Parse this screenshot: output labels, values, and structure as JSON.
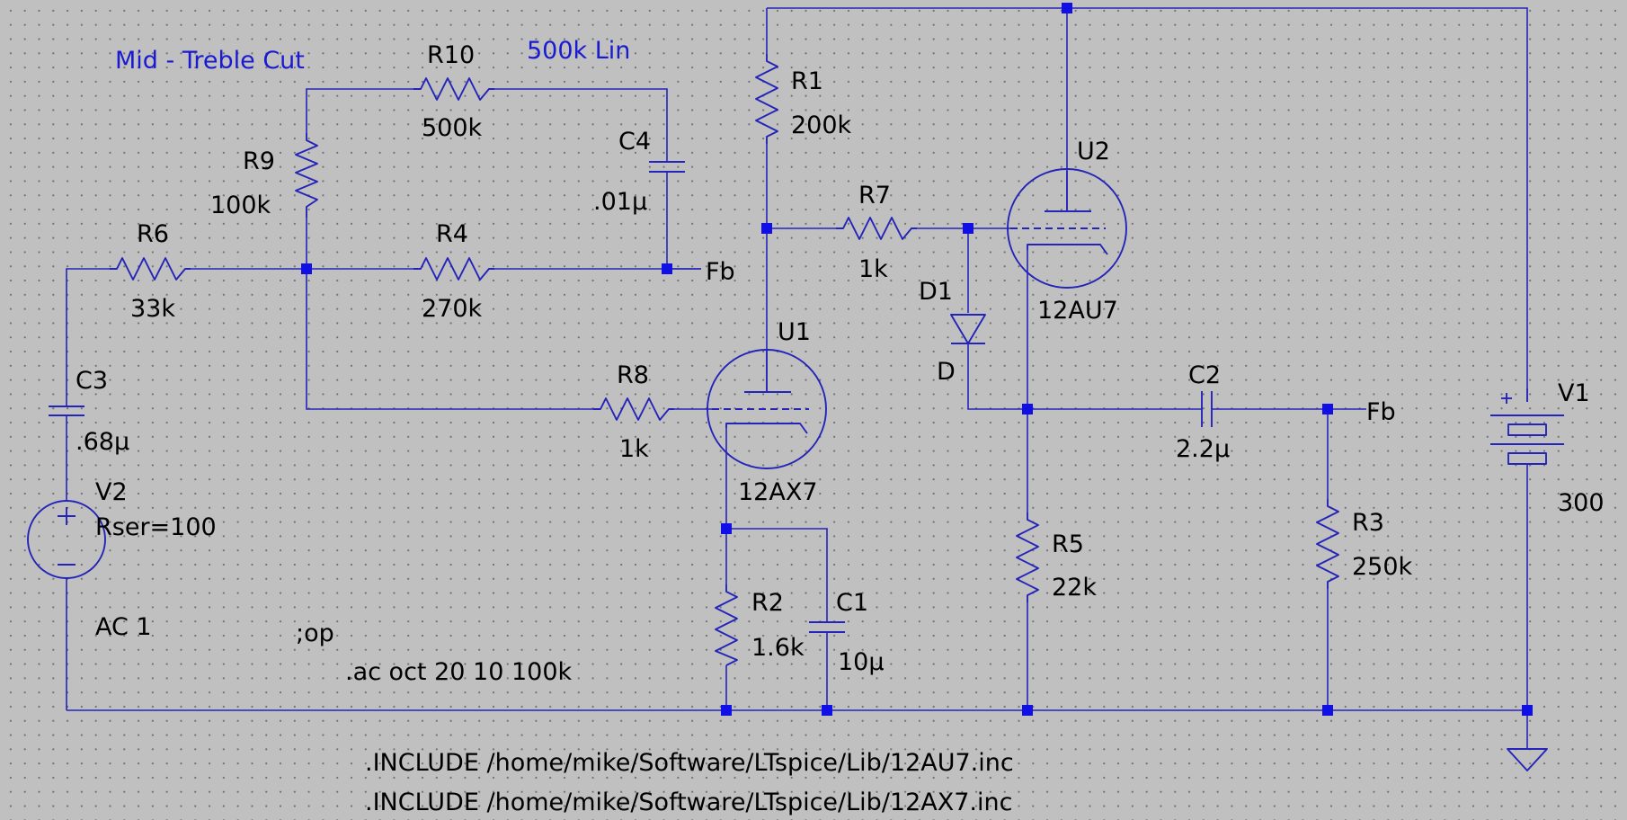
{
  "title_comment": "Mid - Treble Cut",
  "pot_comment": "500k Lin",
  "components": {
    "R1": {
      "ref": "R1",
      "value": "200k"
    },
    "R2": {
      "ref": "R2",
      "value": "1.6k"
    },
    "R3": {
      "ref": "R3",
      "value": "250k"
    },
    "R4": {
      "ref": "R4",
      "value": "270k"
    },
    "R5": {
      "ref": "R5",
      "value": "22k"
    },
    "R6": {
      "ref": "R6",
      "value": "33k"
    },
    "R7": {
      "ref": "R7",
      "value": "1k"
    },
    "R8": {
      "ref": "R8",
      "value": "1k"
    },
    "R9": {
      "ref": "R9",
      "value": "100k"
    },
    "R10": {
      "ref": "R10",
      "value": "500k"
    },
    "C1": {
      "ref": "C1",
      "value": "10μ"
    },
    "C2": {
      "ref": "C2",
      "value": "2.2μ"
    },
    "C3": {
      "ref": "C3",
      "value": ".68μ"
    },
    "C4": {
      "ref": "C4",
      "value": ".01μ"
    },
    "D1": {
      "ref": "D1",
      "value": "D"
    },
    "U1": {
      "ref": "U1",
      "value": "12AX7"
    },
    "U2": {
      "ref": "U2",
      "value": "12AU7"
    },
    "V1": {
      "ref": "V1",
      "value": "300"
    },
    "V2": {
      "ref": "V2",
      "value": "Rser=100",
      "ac": "AC 1"
    }
  },
  "net_labels": {
    "fb_1": "Fb",
    "fb_2": "Fb"
  },
  "directives": {
    "op": ";op",
    "ac": ".ac oct 20 10 100k",
    "include_1": ".INCLUDE /home/mike/Software/LTspice/Lib/12AU7.inc",
    "include_2": ".INCLUDE /home/mike/Software/LTspice/Lib/12AX7.inc"
  },
  "colors": {
    "wire": "#2424b8",
    "junction": "#1010e6",
    "background": "#c0c0c0",
    "comment": "#1a1ad0"
  }
}
